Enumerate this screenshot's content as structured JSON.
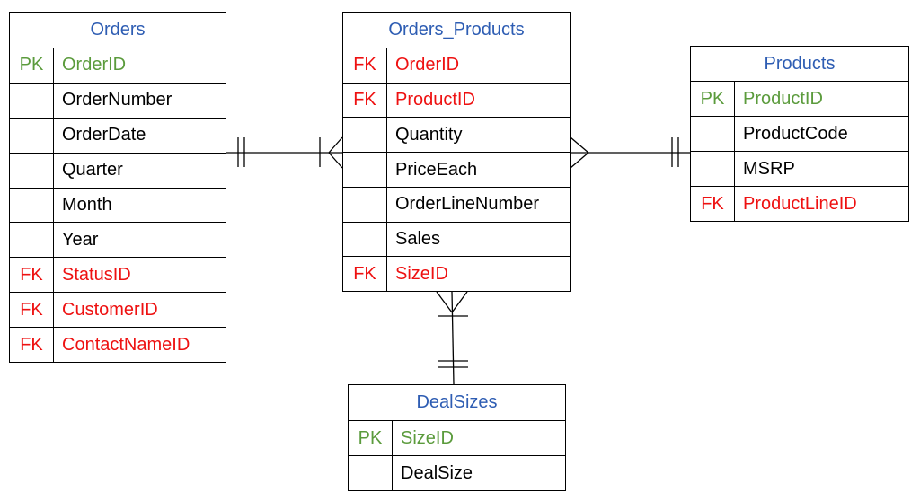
{
  "colors": {
    "title": "#2E5DB3",
    "pk": "#5B9B3C",
    "fk": "#EE1111",
    "plain": "#000000",
    "border": "#000000"
  },
  "entities": [
    {
      "id": "orders",
      "title": "Orders",
      "fields": [
        {
          "key": "PK",
          "name": "OrderID"
        },
        {
          "key": "",
          "name": "OrderNumber"
        },
        {
          "key": "",
          "name": "OrderDate"
        },
        {
          "key": "",
          "name": "Quarter"
        },
        {
          "key": "",
          "name": "Month"
        },
        {
          "key": "",
          "name": "Year"
        },
        {
          "key": "FK",
          "name": "StatusID"
        },
        {
          "key": "FK",
          "name": "CustomerID"
        },
        {
          "key": "FK",
          "name": "ContactNameID"
        }
      ]
    },
    {
      "id": "orders-products",
      "title": "Orders_Products",
      "fields": [
        {
          "key": "FK",
          "name": "OrderID"
        },
        {
          "key": "FK",
          "name": "ProductID"
        },
        {
          "key": "",
          "name": "Quantity"
        },
        {
          "key": "",
          "name": "PriceEach"
        },
        {
          "key": "",
          "name": "OrderLineNumber"
        },
        {
          "key": "",
          "name": "Sales"
        },
        {
          "key": "FK",
          "name": "SizeID"
        }
      ]
    },
    {
      "id": "products",
      "title": "Products",
      "fields": [
        {
          "key": "PK",
          "name": "ProductID"
        },
        {
          "key": "",
          "name": "ProductCode"
        },
        {
          "key": "",
          "name": "MSRP"
        },
        {
          "key": "FK",
          "name": "ProductLineID"
        }
      ]
    },
    {
      "id": "dealsizes",
      "title": "DealSizes",
      "fields": [
        {
          "key": "PK",
          "name": "SizeID"
        },
        {
          "key": "",
          "name": "DealSize"
        }
      ]
    }
  ],
  "relationships": [
    {
      "from": "orders",
      "from_card": "one",
      "to": "orders-products",
      "to_card": "many"
    },
    {
      "from": "products",
      "from_card": "one",
      "to": "orders-products",
      "to_card": "many"
    },
    {
      "from": "dealsizes",
      "from_card": "one",
      "to": "orders-products",
      "to_card": "many"
    }
  ]
}
